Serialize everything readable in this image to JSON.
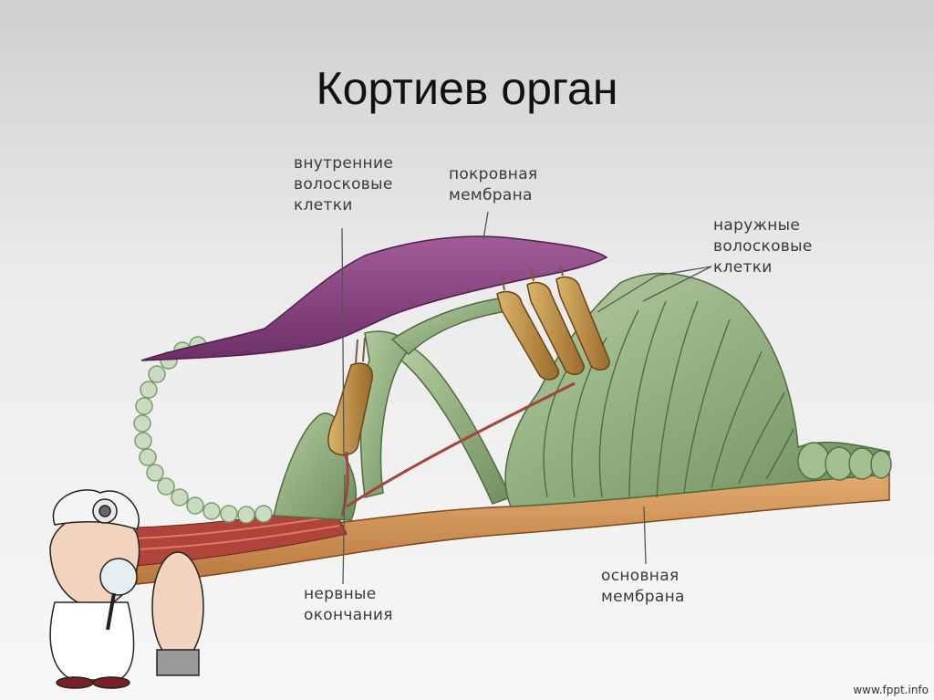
{
  "slide": {
    "title": "Кортиев орган",
    "labels": {
      "inner_hair_cells": [
        "внутренние",
        "волосковые",
        "клетки"
      ],
      "tectorial_membrane": [
        "покровная",
        "мембрана"
      ],
      "outer_hair_cells": [
        "наружные",
        "волосковые",
        "клетки"
      ],
      "nerve_endings": [
        "нервные",
        "окончания"
      ],
      "basilar_membrane": [
        "основная",
        "мембрана"
      ]
    },
    "watermark": "www.fppt.info"
  },
  "colors": {
    "tectorial": "#8a3f82",
    "cells": "#8fae7a",
    "hair_cells": "#c99b4c",
    "basilar": "#c9884c",
    "muscle": "#b0443a"
  }
}
